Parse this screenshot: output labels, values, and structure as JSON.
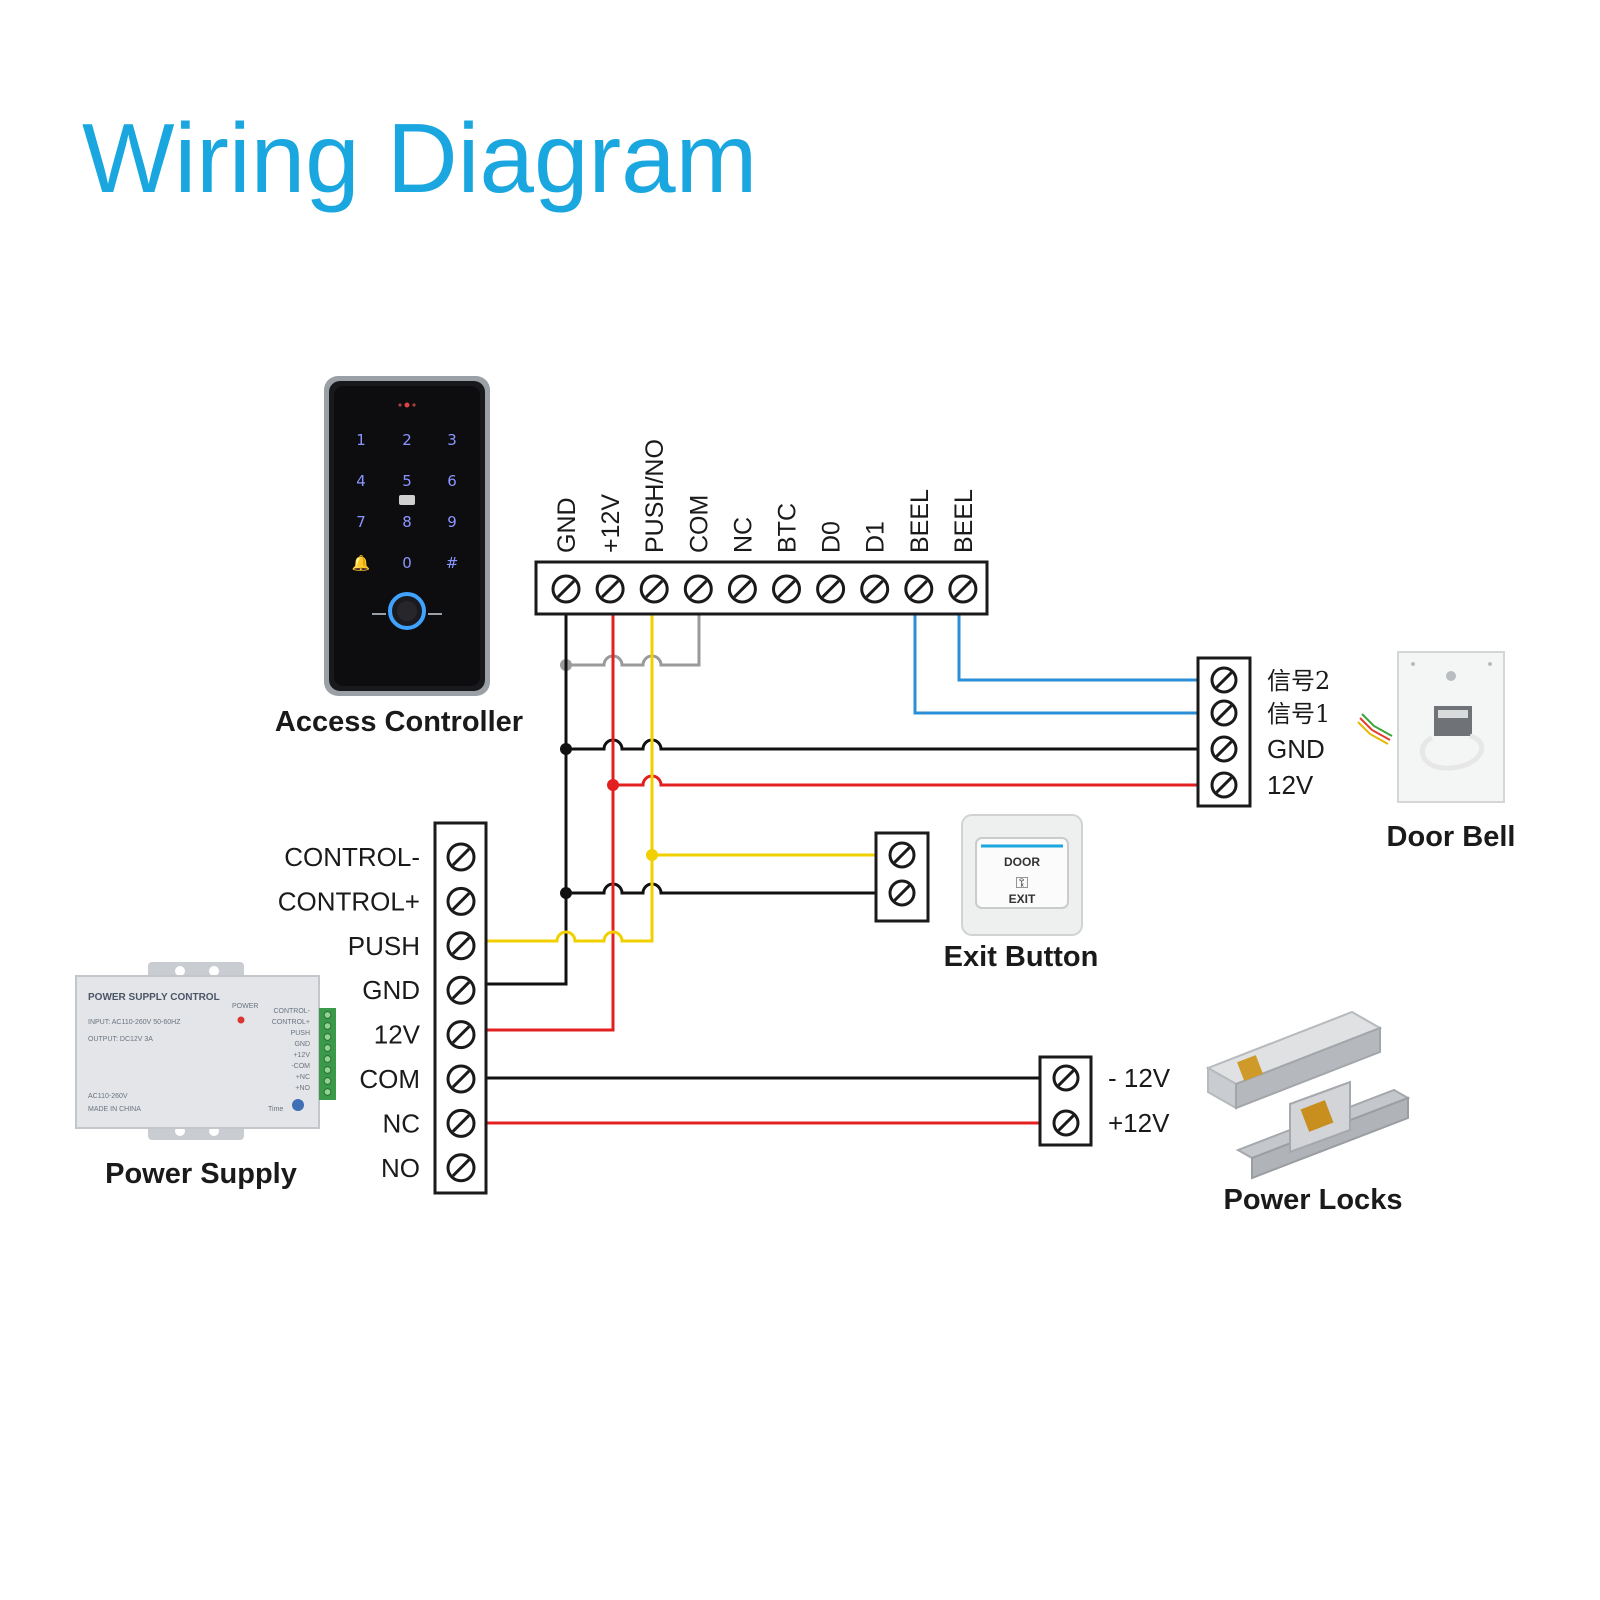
{
  "title": "Wiring Diagram",
  "devices": {
    "access_controller": "Access Controller",
    "door_bell": "Door Bell",
    "exit_button": "Exit Button",
    "power_supply": "Power Supply",
    "power_locks": "Power Locks"
  },
  "controller_terminals": [
    "GND",
    "+12V",
    "PUSH/NO",
    "COM",
    "NC",
    "BTC",
    "D0",
    "D1",
    "BEEL",
    "BEEL"
  ],
  "power_supply_terminals": [
    "CONTROL-",
    "CONTROL+",
    "PUSH",
    "GND",
    "12V",
    "COM",
    "NC",
    "NO"
  ],
  "door_bell_terminals": [
    "信号2",
    "信号1",
    "GND",
    "12V"
  ],
  "lock_terminals": [
    "- 12V",
    "+12V"
  ],
  "keypad_keys": [
    "1",
    "2",
    "3",
    "4",
    "5",
    "6",
    "7",
    "8",
    "9",
    "0",
    "#"
  ],
  "power_supply_device": {
    "heading": "POWER SUPPLY CONTROL",
    "input": "INPUT: AC110-260V 50-60HZ",
    "output": "OUTPUT: DC12V 3A",
    "power": "POWER",
    "ac_label": "AC110-260V",
    "made_in": "MADE IN CHINA",
    "time": "Time",
    "side_labels": [
      "CONTROL-",
      "CONTROL+",
      "PUSH",
      "GND",
      "+12V",
      "-COM",
      "+NC",
      "+NO"
    ]
  },
  "exit_button_face": {
    "top": "DOOR",
    "bottom": "EXIT"
  },
  "wire_colors": {
    "gnd": "#111111",
    "v12": "#e32020",
    "push": "#f2d000",
    "bell": "#2a8fd6",
    "com": "#9a9a9a"
  }
}
